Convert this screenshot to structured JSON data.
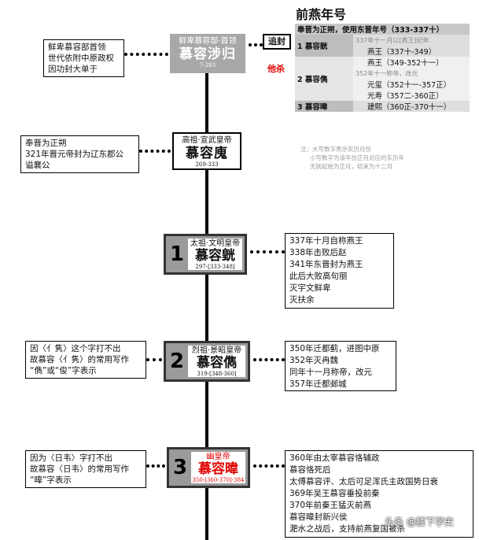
{
  "title": "前燕年号",
  "table": {
    "header": "奉晋为正朔，使用东晋年号（333-337十）",
    "rows": [
      {
        "ruler": "1 慕容皝",
        "note": "337年十一月以[燕王]纪年",
        "era": "燕王（337十-349）"
      },
      {
        "ruler": "2 慕容儁",
        "era1": "燕王（349-352十一）",
        "note": "352年十一称帝，改元",
        "era2": "元玺（352十一-357正）",
        "era3": "光寿（357二-360正）"
      },
      {
        "ruler": "3 慕容暐",
        "era": "建熙（360正-370十一）"
      }
    ],
    "footnote": [
      "注：大写数字表示农历月份",
      "小写数字为该年份正月对应的东历年",
      "无则起始为正月，结束为十二月"
    ]
  },
  "labels": {
    "zhuifeng": "追封",
    "tasha": "他杀"
  },
  "rulers": [
    {
      "title": "鲜卑慕容部·首领",
      "name": "慕容涉归",
      "years": "7-283"
    },
    {
      "title": "高祖·宣武皇帝",
      "name": "慕容廆",
      "years": "269-333"
    },
    {
      "num": "1",
      "title": "太祖·文明皇帝",
      "name": "慕容皝",
      "years": "297-[333-348]"
    },
    {
      "num": "2",
      "title": "烈祖·景昭皇帝",
      "name": "慕容儁",
      "years": "319-[348-360]"
    },
    {
      "num": "3",
      "title": "幽皇帝",
      "name": "慕容暐",
      "years": "350-[360-370]-384"
    }
  ],
  "notes_left": [
    [
      "鲜卑慕容部首领",
      "世代依附中原政权",
      "因功封大单于"
    ],
    [
      "奉晋为正朔",
      "321年晋元帝封为辽东郡公",
      "谥襄公"
    ],
    [
      "因〈亻隽〉这个字打不出",
      "故慕容〈亻隽〉的常用写作",
      "“儁”或“俊”字表示"
    ],
    [
      "因为〈日韦〉字打不出",
      "故慕容〈日韦〉的常用写作",
      "“暐”字表示"
    ]
  ],
  "notes_right": [
    [
      "337年十月自称燕王",
      "338年击败后赵",
      "341年东晋封为燕王",
      "此后大败高句丽",
      "灭宇文鲜卑",
      "灭扶余"
    ],
    [
      "350年迁都蓟，进图中原",
      "352年灭冉魏",
      "同年十一月称帝，改元",
      "357年迁都邺城"
    ],
    [
      "360年由太宰慕容恪辅政",
      "慕容恪死后",
      "太傅慕容评、太后可足浑氏主政国势日衰",
      "369年吴王慕容垂投前秦",
      "370年前秦王猛灭前燕",
      "慕容暐封新兴侯",
      "淝水之战后，支持前燕复国被杀"
    ]
  ],
  "watermark": "头条 @腰下学史",
  "colors": {
    "red": "#e00000",
    "gray": "#9a9a9a"
  }
}
